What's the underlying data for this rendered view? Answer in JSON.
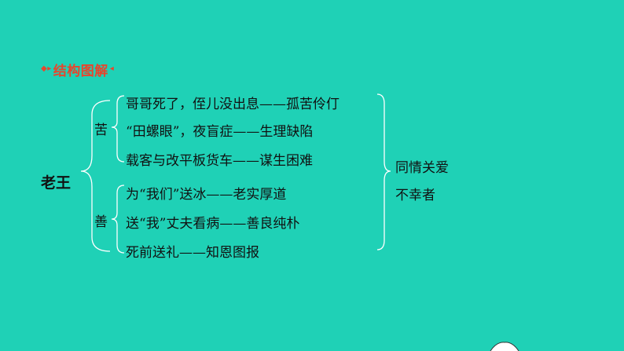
{
  "heading": {
    "marker_left": "◆▸",
    "text": "结构图解",
    "marker_right": "◂"
  },
  "diagram": {
    "root": "老王",
    "branches": [
      {
        "label": "苦",
        "items": [
          "哥哥死了，侄儿没出息——孤苦伶仃",
          "“田螺眼”，夜盲症——生理缺陷",
          "载客与改平板货车——谋生困难"
        ]
      },
      {
        "label": "善",
        "items": [
          "为“我们”送冰——老实厚道",
          "送“我”丈夫看病——善良纯朴",
          "死前送礼——知恩图报"
        ]
      }
    ],
    "conclusion": [
      "同情关爱",
      "不幸者"
    ]
  },
  "colors": {
    "background": "#1fd1b6",
    "heading": "#e8452c",
    "text": "#111111",
    "bracket": "#ffffff"
  }
}
